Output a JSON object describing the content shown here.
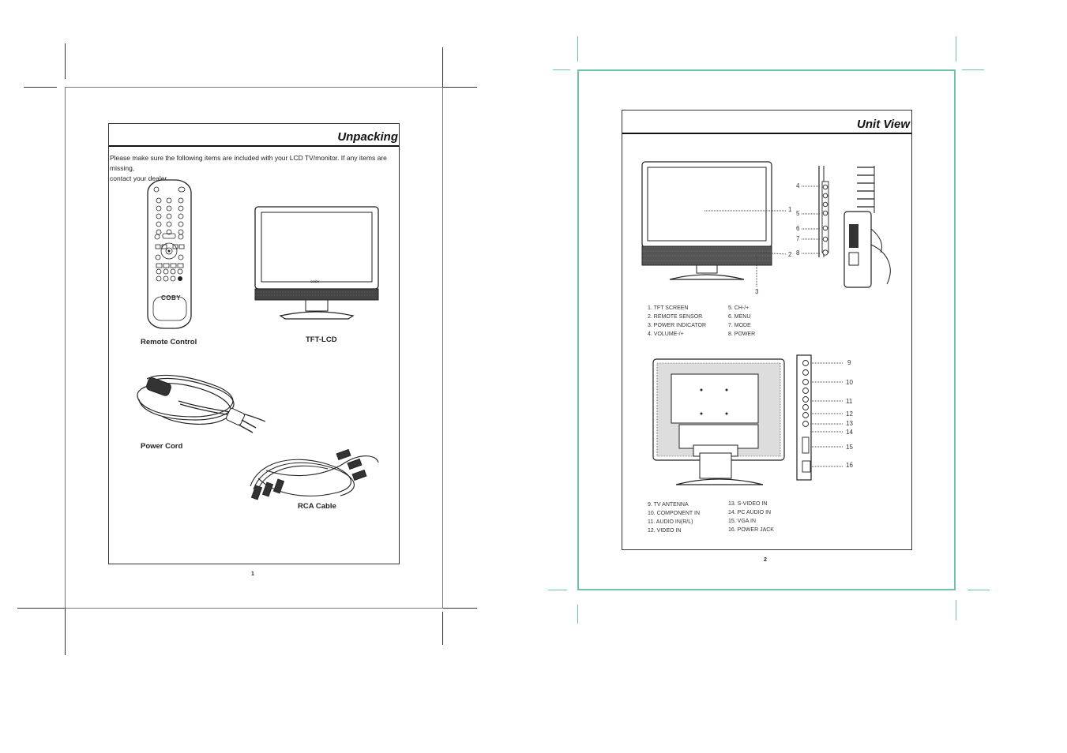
{
  "page_left": {
    "title": "Unpacking",
    "intro_line1": "Please make sure the following items are included with your LCD TV/monitor. If any items are missing,",
    "intro_line2": "contact your dealer.",
    "items": {
      "remote": "Remote Control",
      "tv": "TFT-LCD",
      "power_cord": "Power Cord",
      "rca_cable": "RCA Cable"
    },
    "remote_brand": "COBY",
    "tv_brand": "COBY",
    "page_number": "1"
  },
  "page_right": {
    "title": "Unit View",
    "front_callouts": [
      "1",
      "2",
      "3"
    ],
    "side_callouts": [
      "4",
      "5",
      "6",
      "7",
      "8"
    ],
    "front_legend_col1": [
      "1. TFT SCREEN",
      "2. REMOTE SENSOR",
      "3. POWER INDICATOR",
      "4. VOLUME-/+"
    ],
    "front_legend_col2": [
      "5. CH-/+",
      "6. MENU",
      "7. MODE",
      "8. POWER"
    ],
    "rear_callouts": [
      "9",
      "10",
      "11",
      "12",
      "13",
      "14",
      "15",
      "16"
    ],
    "rear_legend_col1": [
      "9. TV ANTENNA",
      "10. COMPONENT IN",
      "11. AUDIO IN(R/L)",
      "12. VIDEO IN"
    ],
    "rear_legend_col2": [
      "13. S-VIDEO IN",
      "14. PC AUDIO IN",
      "15. VGA IN",
      "16. POWER JACK"
    ],
    "page_number": "2"
  },
  "colors": {
    "left_frame": "#555555",
    "right_frame": "#6cc3a6",
    "ink": "#222222"
  }
}
